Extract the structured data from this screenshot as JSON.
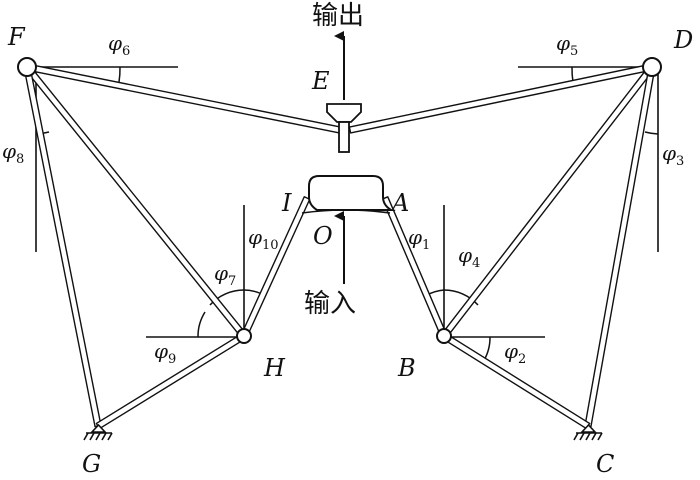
{
  "labels": {
    "F": "F",
    "D": "D",
    "E": "E",
    "I": "I",
    "A": "A",
    "O": "O",
    "H": "H",
    "B": "B",
    "G": "G",
    "C": "C"
  },
  "angles": {
    "phi1": {
      "sym": "φ",
      "sub": "1"
    },
    "phi2": {
      "sym": "φ",
      "sub": "2"
    },
    "phi3": {
      "sym": "φ",
      "sub": "3"
    },
    "phi4": {
      "sym": "φ",
      "sub": "4"
    },
    "phi5": {
      "sym": "φ",
      "sub": "5"
    },
    "phi6": {
      "sym": "φ",
      "sub": "6"
    },
    "phi7": {
      "sym": "φ",
      "sub": "7"
    },
    "phi8": {
      "sym": "φ",
      "sub": "8"
    },
    "phi9": {
      "sym": "φ",
      "sub": "9"
    },
    "phi10": {
      "sym": "φ",
      "sub": "10"
    }
  },
  "arrows": {
    "output": "输出",
    "input": "输入"
  }
}
